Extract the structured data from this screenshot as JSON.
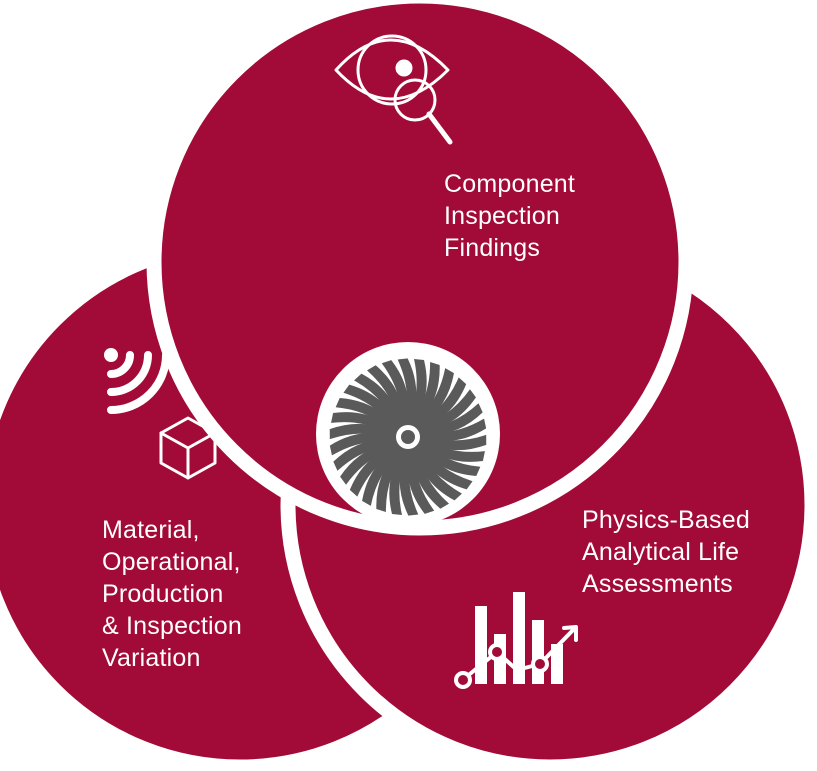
{
  "colors": {
    "circle": "#A20B37",
    "gap": "#FFFFFF",
    "center_disc": "#FFFFFF",
    "turbine": "#5A5A5A",
    "icon_stroke": "#FFFFFF"
  },
  "circles": {
    "top": {
      "label_lines": [
        "Component",
        "Inspection",
        "Findings"
      ],
      "icon": "eye-magnifier-icon"
    },
    "left": {
      "label_lines": [
        "Material,",
        "Operational,",
        "Production",
        "& Inspection",
        "Variation"
      ],
      "icon": "signal-cube-icon"
    },
    "right": {
      "label_lines": [
        "Physics-Based",
        "Analytical Life",
        "Assessments"
      ],
      "icon": "bar-trend-chart-icon"
    }
  },
  "center": {
    "icon": "turbine-fan-icon"
  }
}
